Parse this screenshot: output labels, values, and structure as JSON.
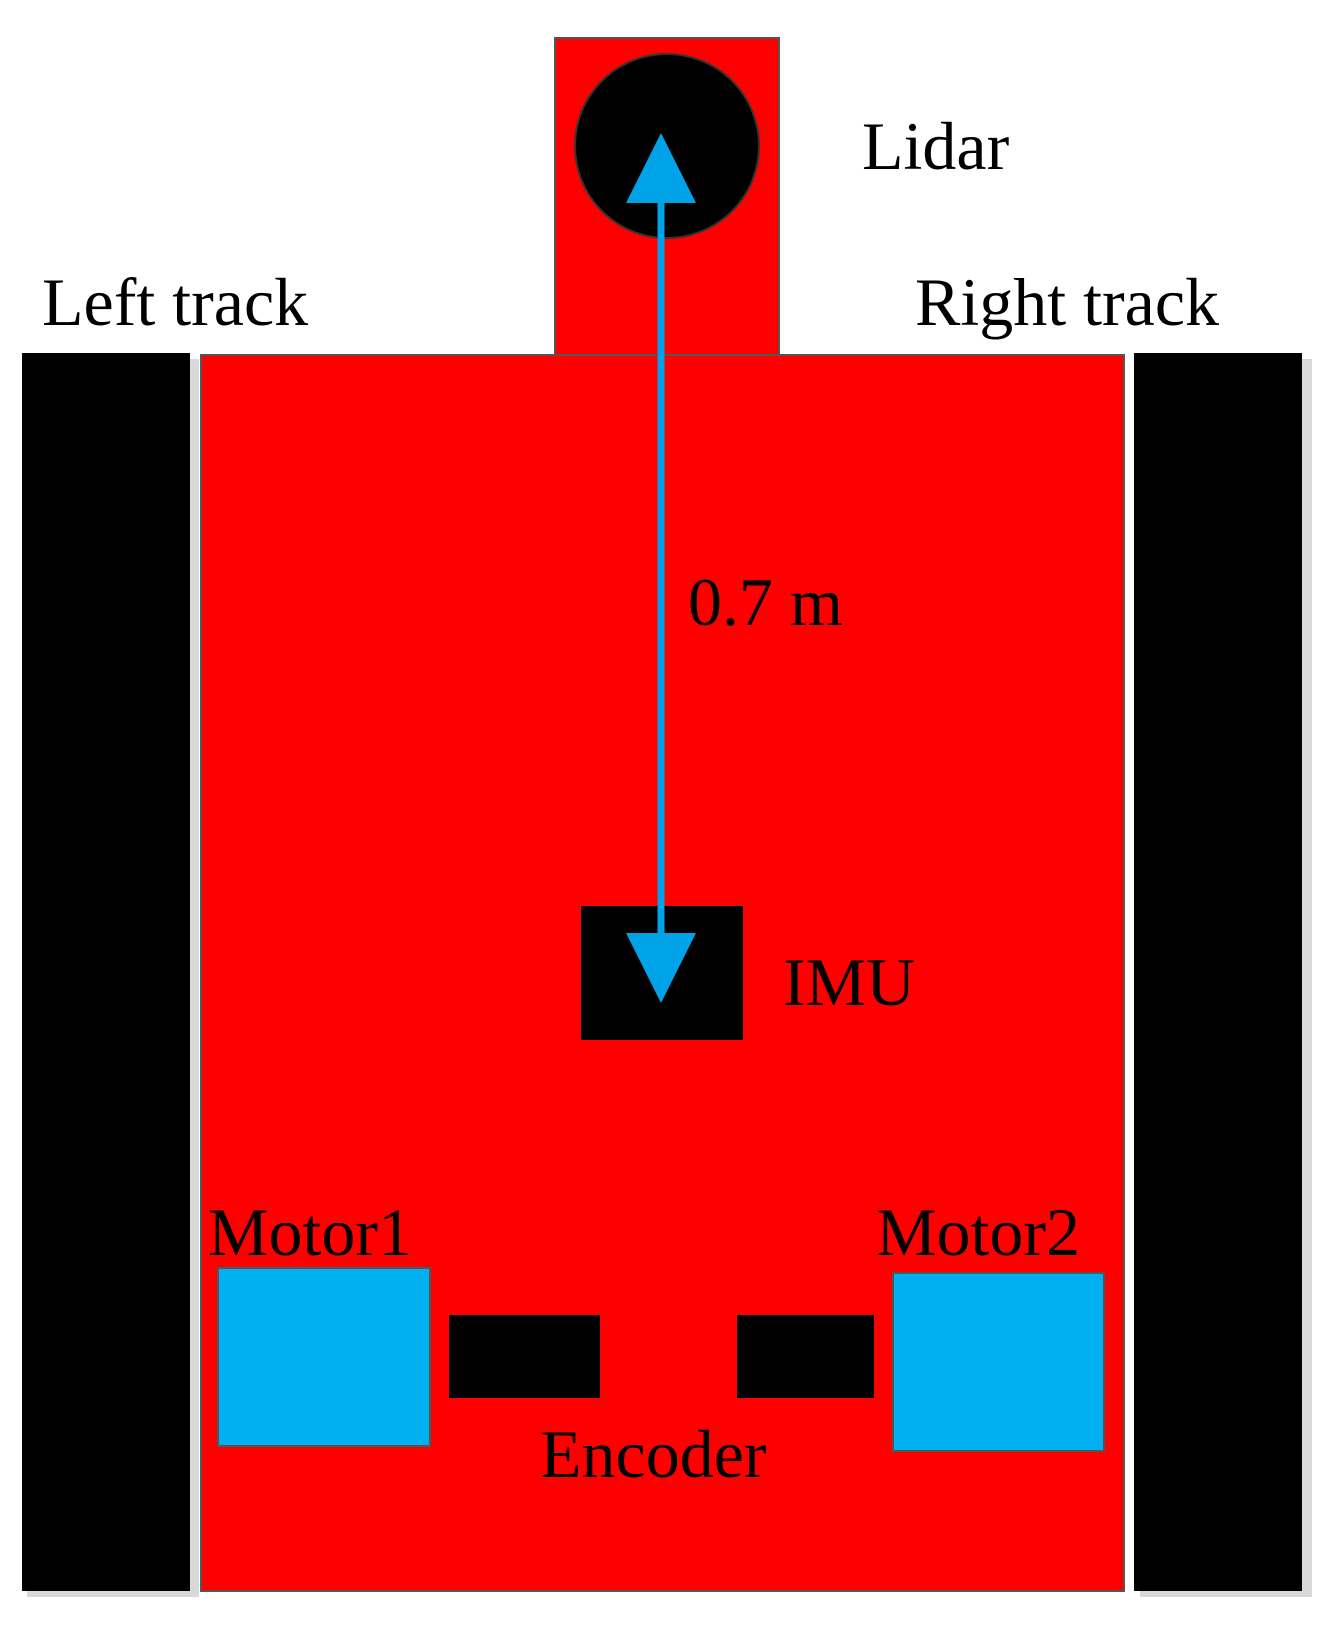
{
  "labels": {
    "lidar": "Lidar",
    "left_track": "Left track",
    "right_track": "Right track",
    "distance": "0.7 m",
    "imu": "IMU",
    "motor1": "Motor1",
    "motor2": "Motor2",
    "encoder": "Encoder"
  },
  "colors": {
    "chassis": "#ff0000",
    "track": "#000000",
    "motor": "#00b0f0",
    "arrow": "#00a2e8",
    "sensor": "#000000",
    "shadow": "#d9d9d9"
  }
}
